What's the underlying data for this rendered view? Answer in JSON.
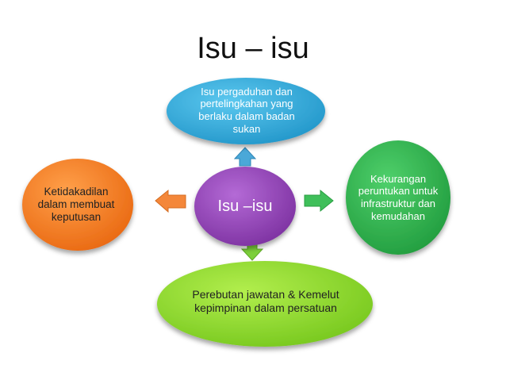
{
  "title": "Isu – isu",
  "nodes": {
    "center": {
      "label": "Isu –isu",
      "color": "#8e3fb0"
    },
    "top": {
      "label": "Isu pergaduhan dan pertelingkahan yang berlaku dalam badan sukan",
      "color": "#29a9dc"
    },
    "right": {
      "label": "Kekurangan peruntukan untuk infrastruktur dan kemudahan",
      "color": "#2bb24c"
    },
    "bottom": {
      "label": "Perebutan jawatan & Kemelut kepimpinan dalam persatuan",
      "color": "#8fd82a"
    },
    "left": {
      "label": "Ketidakadilan dalam membuat keputusan",
      "color": "#f47a20"
    }
  },
  "arrows": {
    "top": {
      "color": "#4aa8d8"
    },
    "right": {
      "color": "#3fbf5a"
    },
    "bottom": {
      "color": "#7ccf3a"
    },
    "left": {
      "color": "#f4873a"
    }
  }
}
